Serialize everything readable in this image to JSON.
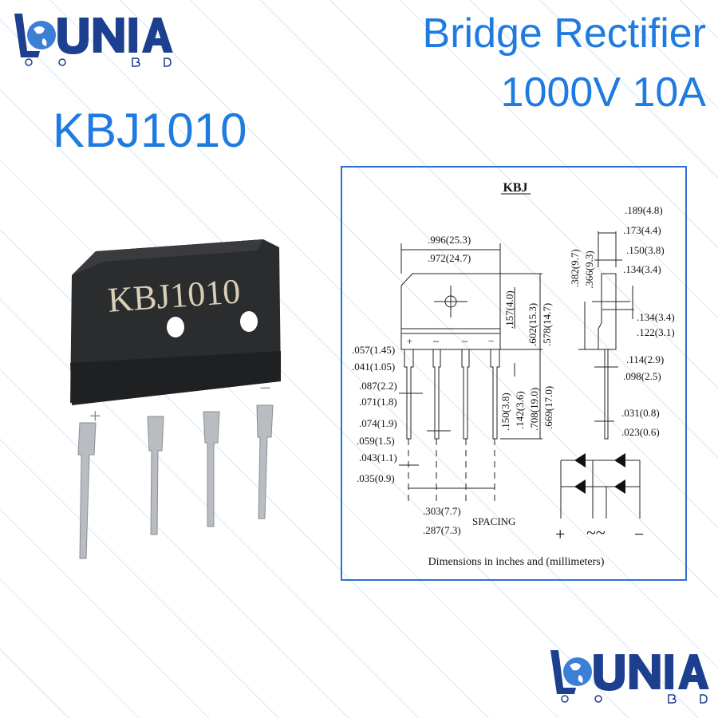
{
  "logo": {
    "name": "DUNIA",
    "sub": "O  O      B  D"
  },
  "watermark": "Dunia BD",
  "header": {
    "title_line1": "Bridge Rectifier",
    "title_line2": "1000V 10A"
  },
  "part_number": "KBJ1010",
  "product": {
    "marking": "KBJ1010",
    "pin_plus": "+",
    "pin_minus": "−"
  },
  "diagram": {
    "title": "KBJ",
    "width_max": ".996(25.3)",
    "width_min": ".972(24.7)",
    "hole_offset": ".157(4.0)",
    "height_max": ".602(15.3)",
    "height_min": ".578(14.7)",
    "lead_w_max": ".057(1.45)",
    "lead_w_min": ".041(1.05)",
    "shoulder_max": ".087(2.2)",
    "shoulder_min": ".071(1.8)",
    "lead_t_max": ".074(1.9)",
    "lead_t_min": ".059(1.5)",
    "pin_max": ".043(1.1)",
    "pin_min": ".035(0.9)",
    "shoulder_len": ".150(3.8)",
    "shoulder_len_min": ".142(3.6)",
    "lead_len_max": ".708(19.0)",
    "lead_len_min": ".669(17.0)",
    "spacing_max": ".303(7.7)",
    "spacing_min": ".287(7.3)",
    "spacing_label": "SPACING",
    "pin_labels": [
      "+",
      "~",
      "~",
      "−"
    ],
    "side_h_max": ".382(9.7)",
    "side_h_min": ".366(9.3)",
    "thick_max": ".189(4.8)",
    "thick_min": ".173(4.4)",
    "hole_max": ".150(3.8)",
    "hole_min": ".134(3.4)",
    "hole2_max": ".134(3.4)",
    "hole2_min": ".122(3.1)",
    "step_max": ".114(2.9)",
    "step_min": ".098(2.5)",
    "pin_t_max": ".031(0.8)",
    "pin_t_min": ".023(0.6)",
    "schem_plus": "+",
    "schem_ac": "~~",
    "schem_minus": "−",
    "footer": "Dimensions in inches and (millimeters)"
  },
  "colors": {
    "brand_blue": "#1f7be0",
    "logo_navy": "#1d3f8f",
    "frame": "#2f6fd1"
  }
}
